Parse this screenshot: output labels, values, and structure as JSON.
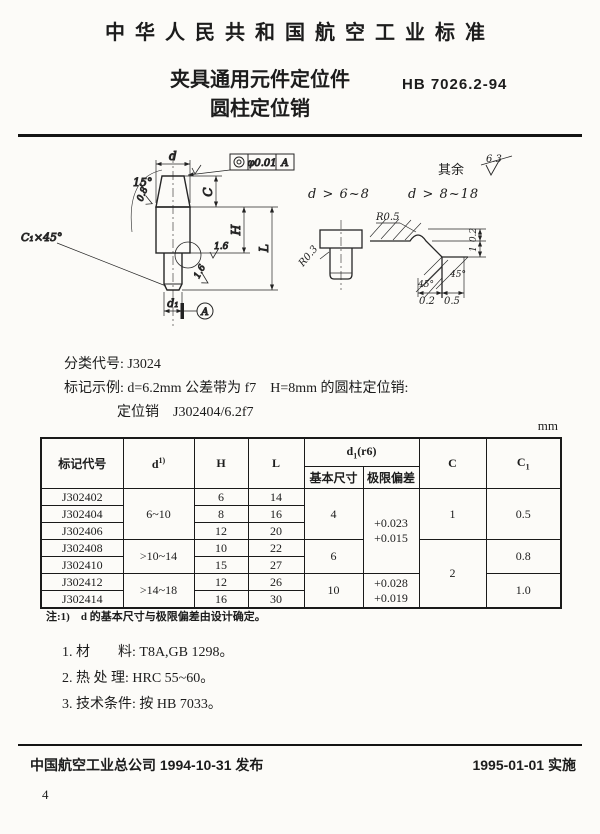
{
  "header": {
    "standard_title": "中华人民共和国航空工业标准",
    "doc_title_line1": "夹具通用元件定位件",
    "doc_title_line2": "圆柱定位销",
    "standard_code": "HB 7026.2-94"
  },
  "drawing": {
    "roughness_note_label": "其余",
    "roughness_note_value": "6.3",
    "tolerance_frame": {
      "value": "φ0.01",
      "datum": "A"
    },
    "main": {
      "dim_d": "d",
      "dim_angle": "15°",
      "dim_c": "C",
      "dim_h": "H",
      "dim_l": "L",
      "dim_d1": "d₁",
      "chamfer_label": "C₁×45°",
      "datum_label": "A",
      "rough_cone": "0.8",
      "rough_body": "1.6",
      "rough_shank": "1.6"
    },
    "detail_small": {
      "title": "d > 6~8",
      "radius_label": "R0.3"
    },
    "detail_large": {
      "title": "d > 8~18",
      "radius_label": "R0.5",
      "dim_top": "0.2",
      "dim_height": "1",
      "angle_left": "45°",
      "angle_right": "45°",
      "dim_bottom_left": "0.2",
      "dim_bottom_right": "0.5"
    }
  },
  "info": {
    "class_line": "分类代号: J3024",
    "example_line": "标记示例: d=6.2mm 公差带为 f7　H=8mm 的圆柱定位销:",
    "example_value": "定位销　J302404/6.2f7",
    "unit": "mm"
  },
  "table": {
    "headers": {
      "code": "标记代号",
      "d_base": "d",
      "d_sup": "1)",
      "h": "H",
      "l": "L",
      "d1_base": "d",
      "d1_sub": "1",
      "d1_suffix": "(r6)",
      "basic": "基本尺寸",
      "deviation": "极限偏差",
      "c": "C",
      "c1_base": "C",
      "c1_sub": "1"
    },
    "rows": [
      {
        "code": "J302402",
        "h": "6",
        "l": "14"
      },
      {
        "code": "J302404",
        "h": "8",
        "l": "16"
      },
      {
        "code": "J302406",
        "h": "12",
        "l": "20"
      },
      {
        "code": "J302408",
        "h": "10",
        "l": "22"
      },
      {
        "code": "J302410",
        "h": "15",
        "l": "27"
      },
      {
        "code": "J302412",
        "h": "12",
        "l": "26"
      },
      {
        "code": "J302414",
        "h": "16",
        "l": "30"
      }
    ],
    "merged": {
      "d_range_1": "6~10",
      "d_range_2": ">10~14",
      "d_range_3": ">14~18",
      "basic_1": "4",
      "basic_2": "6",
      "basic_3": "10",
      "dev_1_line1": "+0.023",
      "dev_1_line2": "+0.015",
      "dev_2_line1": "+0.028",
      "dev_2_line2": "+0.019",
      "c_1": "1",
      "c_2": "2",
      "c1_1": "0.5",
      "c1_2": "0.8",
      "c1_3": "1.0"
    }
  },
  "note": "注:1)　d 的基本尺寸与极限偏差由设计确定。",
  "tech_items": [
    "1.  材　　料: T8A,GB 1298。",
    "2.  热 处 理: HRC 55~60。",
    "3.  技术条件: 按 HB 7033。"
  ],
  "footer": {
    "publisher": "中国航空工业总公司 1994-10-31 发布",
    "implementation": "1995-01-01 实施",
    "page_number": "4"
  }
}
